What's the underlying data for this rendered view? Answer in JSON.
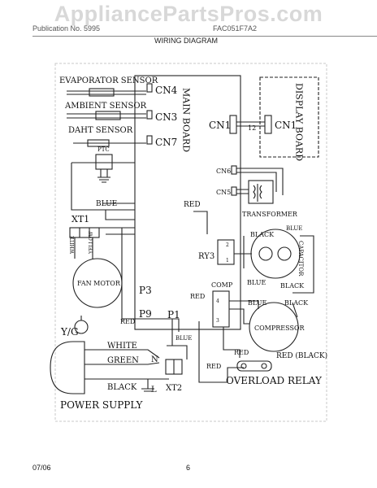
{
  "watermark": "AppliancePartsPros.com",
  "header": {
    "left": "Publication No. 5995",
    "right": "FAC051F7A2",
    "title": "WIRING DIAGRAM"
  },
  "footer": {
    "date": "07/06",
    "page": "6"
  },
  "diagram": {
    "main_board": "MAIN BOARD",
    "display_board": "DISPLAY BOARD",
    "sensors": [
      "EVAPORATOR SENSOR",
      "AMBIENT SENSOR",
      "DAHT SENSOR"
    ],
    "connectors": [
      "CN4",
      "CN3",
      "CN7",
      "CN1",
      "CN1",
      "CN6",
      "CN5"
    ],
    "cable_label": "12",
    "ptc": "PTC",
    "relays": [
      "RY3",
      "COMP"
    ],
    "board_pins": [
      "P3",
      "P9",
      "P1"
    ],
    "terminals": [
      "XT1",
      "XT2"
    ],
    "loads": [
      "FAN MOTOR",
      "COMPRESSOR",
      "CAPACITOR",
      "TRANSFORMER",
      "OVERLOAD RELAY",
      "POWER SUPPLY"
    ],
    "ground": "Y/G",
    "supply_letters": [
      "N",
      "L"
    ],
    "wire_labels": {
      "blue_left": "BLUE",
      "red_board": "RED",
      "white_xt1": "WHITE",
      "yellow_xt1": "YELLOW",
      "black_cap": "BLACK",
      "blue_cap": "BLUE",
      "black_cap2": "BLACK",
      "red_ry3": "RED",
      "blue_comp": "BLUE",
      "blue_comp2": "BLUE",
      "black_comp": "BLACK",
      "red_fan": "RED",
      "blue_p1": "BLUE",
      "white_supply": "WHITE",
      "green_supply": "GREEN",
      "black_supply": "BLACK",
      "red_overload": "RED",
      "red_black": "RED (BLACK)",
      "red_xt2": "RED"
    },
    "relay_pins": [
      "2",
      "1",
      "4",
      "3"
    ]
  }
}
